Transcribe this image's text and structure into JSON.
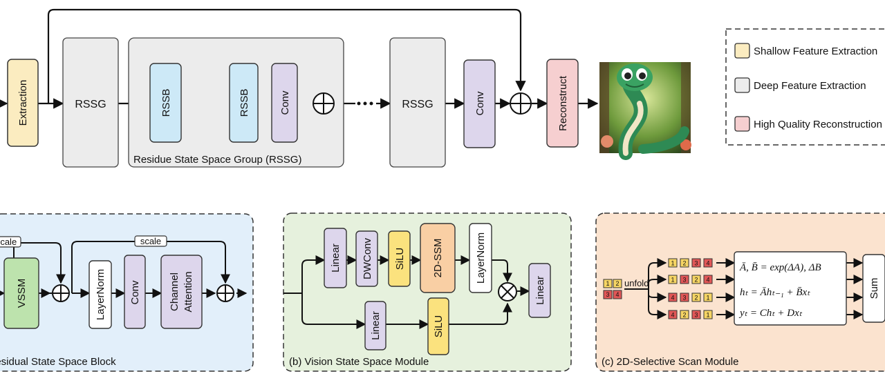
{
  "colors": {
    "shallow": "#fbecc0",
    "deep": "#ececec",
    "recon": "#f6cfd0",
    "rssb": "#cde9f7",
    "conv": "#ddd6ec",
    "vssm": "#bde3ad",
    "silu": "#fbe27e",
    "ssm2d": "#f9cfa4",
    "panel_a": "#e2effa",
    "panel_b": "#e6f1dd",
    "panel_c": "#fbe3cf",
    "cell_yellow": "#f6d564",
    "cell_red": "#e15757"
  },
  "top": {
    "extraction": "Extraction",
    "rssg_1": "RSSG",
    "rssb_1": "RSSB",
    "rssb_2": "RSSB",
    "conv_group": "Conv",
    "group_caption": "Residue State Space Group (RSSG)",
    "rssg_2": "RSSG",
    "conv": "Conv",
    "reconstruct": "Reconstruct"
  },
  "legend": {
    "shallow": "Shallow Feature Extraction",
    "deep": "Deep Feature Extraction",
    "recon": "High Quality Reconstruction"
  },
  "panel_a": {
    "scale_left": "scale",
    "scale_right": "scale",
    "vssm": "VSSM",
    "layernorm": "LayerNorm",
    "conv": "Conv",
    "ca_line1": "Channel",
    "ca_line2": "Attention",
    "caption": "(a) Residual State Space Block"
  },
  "panel_b": {
    "linear_top": "Linear",
    "dwconv": "DWConv",
    "silu_top": "SiLU",
    "ssm": "2D-SSM",
    "layernorm": "LayerNorm",
    "linear_out": "Linear",
    "linear_bottom": "Linear",
    "silu_bottom": "SiLU",
    "caption": "(b) Vision State Space Module"
  },
  "panel_c": {
    "unfold": "unfold",
    "input_grid": [
      "1",
      "2",
      "3",
      "4"
    ],
    "sequences": [
      [
        "1",
        "2",
        "3",
        "4"
      ],
      [
        "1",
        "3",
        "2",
        "4"
      ],
      [
        "4",
        "3",
        "2",
        "1"
      ],
      [
        "4",
        "2",
        "3",
        "1"
      ]
    ],
    "eq1": "Ā, B̄ = exp(ΔA), ΔB",
    "eq2": "hₜ = Āhₜ₋₁ + B̄xₜ",
    "eq3": "yₜ = Chₜ + Dxₜ",
    "sum": "Sum",
    "caption": "(c) 2D-Selective Scan Module"
  }
}
